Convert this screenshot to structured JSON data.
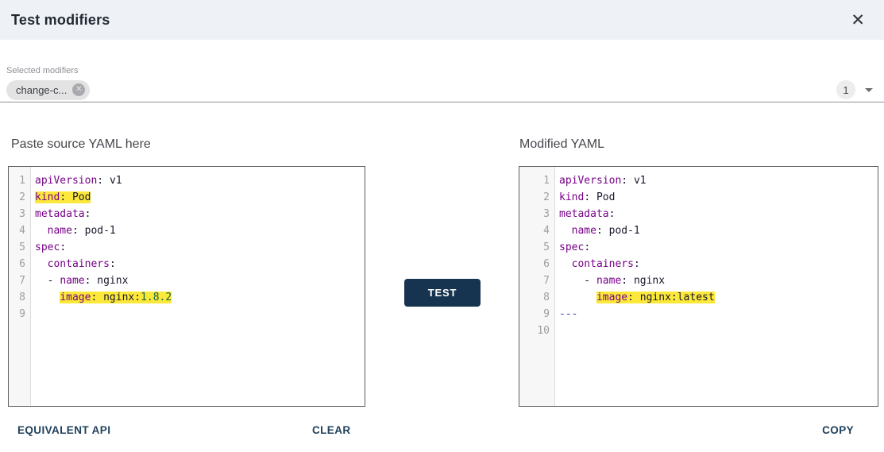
{
  "dialog": {
    "title": "Test modifiers",
    "close_icon": "✕"
  },
  "modifiers": {
    "label": "Selected modifiers",
    "chips": [
      {
        "label": "change-c...",
        "remove_icon": "✕"
      }
    ],
    "count_badge": "1"
  },
  "source_panel": {
    "heading": "Paste source YAML here",
    "lines": [
      {
        "n": "1",
        "seg": [
          {
            "t": "k",
            "s": "apiVersion"
          },
          {
            "t": "p",
            "s": ": "
          },
          {
            "t": "v",
            "s": "v1"
          }
        ]
      },
      {
        "n": "2",
        "seg": [
          {
            "t": "k",
            "s": "kind",
            "hl": true
          },
          {
            "t": "p",
            "s": ": ",
            "hl": true
          },
          {
            "t": "v",
            "s": "Pod",
            "hl": true
          }
        ]
      },
      {
        "n": "3",
        "seg": [
          {
            "t": "k",
            "s": "metadata"
          },
          {
            "t": "p",
            "s": ":"
          }
        ]
      },
      {
        "n": "4",
        "seg": [
          {
            "t": "p",
            "s": "  "
          },
          {
            "t": "k",
            "s": "name"
          },
          {
            "t": "p",
            "s": ": "
          },
          {
            "t": "v",
            "s": "pod-1"
          }
        ]
      },
      {
        "n": "5",
        "seg": [
          {
            "t": "k",
            "s": "spec"
          },
          {
            "t": "p",
            "s": ":"
          }
        ]
      },
      {
        "n": "6",
        "seg": [
          {
            "t": "p",
            "s": "  "
          },
          {
            "t": "k",
            "s": "containers"
          },
          {
            "t": "p",
            "s": ":"
          }
        ]
      },
      {
        "n": "7",
        "seg": [
          {
            "t": "p",
            "s": "  - "
          },
          {
            "t": "k",
            "s": "name"
          },
          {
            "t": "p",
            "s": ": "
          },
          {
            "t": "v",
            "s": "nginx"
          }
        ]
      },
      {
        "n": "8",
        "seg": [
          {
            "t": "p",
            "s": "    "
          },
          {
            "t": "k",
            "s": "image",
            "hl": true
          },
          {
            "t": "p",
            "s": ": ",
            "hl": true
          },
          {
            "t": "v",
            "s": "nginx:",
            "hl": true
          },
          {
            "t": "n",
            "s": "1.8.2",
            "hl": true
          }
        ]
      },
      {
        "n": "9",
        "seg": []
      }
    ]
  },
  "modified_panel": {
    "heading": "Modified YAML",
    "lines": [
      {
        "n": "1",
        "seg": [
          {
            "t": "k",
            "s": "apiVersion"
          },
          {
            "t": "p",
            "s": ": "
          },
          {
            "t": "v",
            "s": "v1"
          }
        ]
      },
      {
        "n": "2",
        "seg": [
          {
            "t": "k",
            "s": "kind"
          },
          {
            "t": "p",
            "s": ": "
          },
          {
            "t": "v",
            "s": "Pod"
          }
        ]
      },
      {
        "n": "3",
        "seg": [
          {
            "t": "k",
            "s": "metadata"
          },
          {
            "t": "p",
            "s": ":"
          }
        ]
      },
      {
        "n": "4",
        "seg": [
          {
            "t": "p",
            "s": "  "
          },
          {
            "t": "k",
            "s": "name"
          },
          {
            "t": "p",
            "s": ": "
          },
          {
            "t": "v",
            "s": "pod-1"
          }
        ]
      },
      {
        "n": "5",
        "seg": [
          {
            "t": "k",
            "s": "spec"
          },
          {
            "t": "p",
            "s": ":"
          }
        ]
      },
      {
        "n": "6",
        "seg": [
          {
            "t": "p",
            "s": "  "
          },
          {
            "t": "k",
            "s": "containers"
          },
          {
            "t": "p",
            "s": ":"
          }
        ]
      },
      {
        "n": "7",
        "seg": [
          {
            "t": "p",
            "s": "    - "
          },
          {
            "t": "k",
            "s": "name"
          },
          {
            "t": "p",
            "s": ": "
          },
          {
            "t": "v",
            "s": "nginx"
          }
        ]
      },
      {
        "n": "8",
        "seg": [
          {
            "t": "p",
            "s": "      "
          },
          {
            "t": "k",
            "s": "image",
            "hl": true
          },
          {
            "t": "p",
            "s": ": ",
            "hl": true
          },
          {
            "t": "v",
            "s": "nginx:latest",
            "hl": true
          }
        ]
      },
      {
        "n": "9",
        "seg": [
          {
            "t": "d",
            "s": "---"
          }
        ]
      },
      {
        "n": "10",
        "seg": []
      }
    ]
  },
  "actions": {
    "test": "TEST",
    "equivalent_api": "EQUIVALENT API",
    "clear": "CLEAR",
    "copy": "COPY"
  },
  "colors": {
    "header_bg": "#eef1f5",
    "accent_navy": "#16344f",
    "diff_highlight": "#fce83a",
    "yaml_key": "#770088",
    "yaml_number": "#116644",
    "yaml_docsep": "#3b3bd0"
  }
}
